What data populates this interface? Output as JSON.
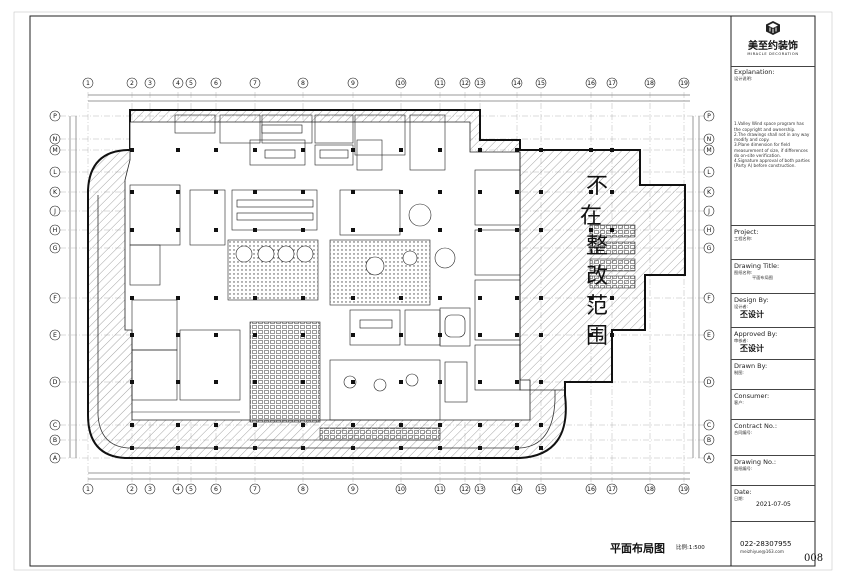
{
  "company": {
    "name": "美至约装饰",
    "subtitle": "MIRACLE DECORATION"
  },
  "title_block": {
    "explanation": {
      "label": "Explanation:",
      "cn_label": "设计说明:",
      "notes": [
        "1.Valley Wind space program has the copyright and ownership.",
        "2.The drawings shall not in any way modify and copy.",
        "3.Plane dimension for field measurement of size, if differences do on-site verification.",
        "4.Signature approval of both parties (Party A) before construction."
      ]
    },
    "project": {
      "label": "Project:",
      "cn_label": "工程名称:"
    },
    "drawing_title": {
      "label": "Drawing Title:",
      "cn_label": "图纸名称:",
      "value": "平面布局图"
    },
    "design_by": {
      "label": "Design By:",
      "cn_label": "设计者:",
      "value": "丕设计"
    },
    "approved_by": {
      "label": "Approved By:",
      "cn_label": "审核者:",
      "value": "丕设计"
    },
    "drawn_by": {
      "label": "Drawn By:",
      "cn_label": "制图:"
    },
    "consumer": {
      "label": "Consumer:",
      "cn_label": "客户:"
    },
    "contract_no": {
      "label": "Contract No.:",
      "cn_label": "合同编号:"
    },
    "drawing_no": {
      "label": "Drawing No.:",
      "cn_label": "图纸编号:"
    },
    "date": {
      "label": "Date:",
      "cn_label": "日期:",
      "value": "2021-07-05"
    },
    "phone": "022-28307955",
    "email": "meizhiyue@163.com"
  },
  "plan": {
    "title": "平面布局图",
    "scale": "比例:1:500",
    "sheet_number": "008",
    "not_in_scope_chars": [
      "不",
      "在",
      "整",
      "改",
      "范",
      "围"
    ],
    "col_axes": [
      "1",
      "2",
      "3",
      "4",
      "5",
      "6",
      "7",
      "8",
      "9",
      "10",
      "11",
      "12",
      "13",
      "14",
      "15",
      "16",
      "17",
      "18",
      "19"
    ],
    "row_axes": [
      "P",
      "N",
      "M",
      "L",
      "K",
      "J",
      "H",
      "G",
      "F",
      "E",
      "D",
      "C",
      "B",
      "A"
    ]
  },
  "colors": {
    "line": "#222222",
    "hatch": "#555555",
    "paper": "#ffffff"
  }
}
